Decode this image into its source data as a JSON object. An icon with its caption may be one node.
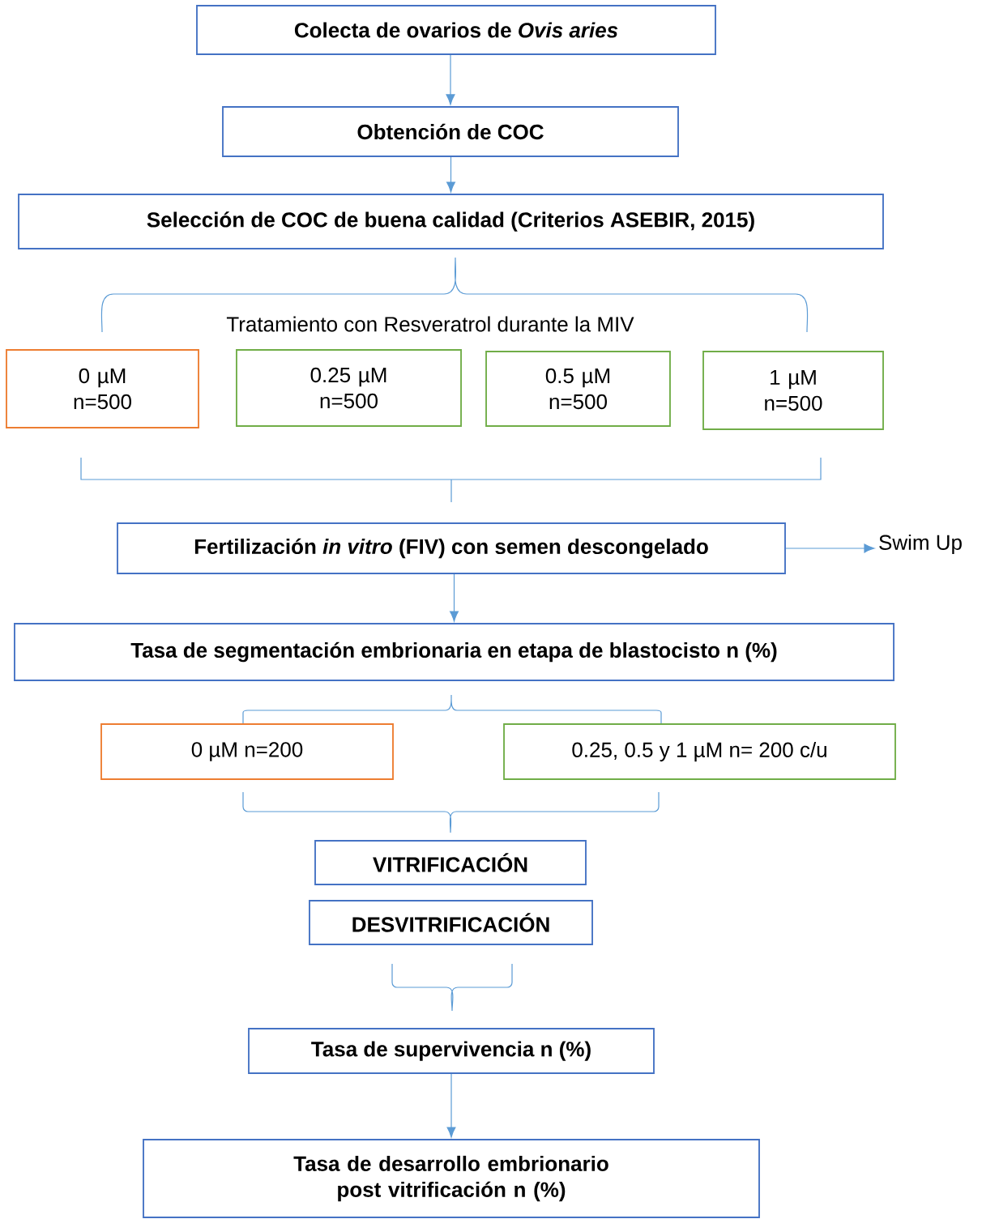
{
  "diagram": {
    "nodes": [
      {
        "text": [
          "Colecta de ovarios de *Ovis aries*"
        ]
      },
      {
        "text": [
          "Obtención de COC"
        ]
      },
      {
        "text": [
          "Selección de COC de buena calidad (Criterios ASEBIR, 2015)"
        ]
      },
      {
        "text": [
          "0 µM n=500"
        ]
      },
      {
        "text": [
          "0.25 µM n=500"
        ]
      },
      {
        "text": [
          "0.5 µM n=500"
        ]
      },
      {
        "text": [
          "1 µM n=500"
        ]
      },
      {
        "text": [
          "Fertilización *in vitro* (FIV) con semen descongelado"
        ]
      },
      {
        "text": [
          "Swim Up"
        ]
      },
      {
        "text": [
          "Tasa de segmentación embrionaria en etapa de blastocisto n (%)"
        ]
      },
      {
        "text": [
          "0 µM n=200"
        ]
      },
      {
        "text": [
          "0.25, 0.5 y 1 µM n= 200 c/u"
        ]
      },
      {
        "text": [
          "VITRIFICACIÓN"
        ]
      },
      {
        "text": [
          "DESVITRIFICACIÓN"
        ]
      },
      {
        "text": [
          "Tasa de supervivencia n (%)"
        ]
      },
      {
        "text": [
          "Tasa de desarrollo embrionario post vitrificación n (%)"
        ]
      }
    ],
    "edges": [
      {
        "from": 0,
        "to": 1,
        "arrow": "to"
      },
      {
        "from": 1,
        "to": 2,
        "arrow": "to"
      },
      {
        "from": 7,
        "to": 8,
        "arrow": "to"
      },
      {
        "from": 7,
        "to": 9,
        "arrow": "to"
      },
      {
        "from": 14,
        "to": 15,
        "arrow": "to"
      }
    ],
    "labels": [
      "Tratamiento con Resveratrol durante la MIV"
    ]
  }
}
